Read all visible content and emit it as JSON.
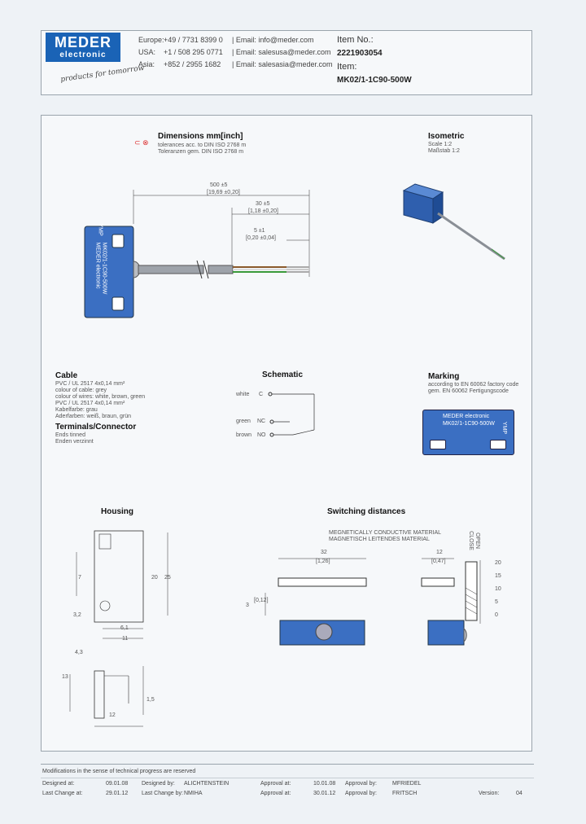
{
  "header": {
    "logo_line1": "MEDER",
    "logo_line2": "electronic",
    "slogan": "products for tomorrow",
    "contacts": [
      {
        "region": "Europe:",
        "phone": "+49 / 7731 8399 0",
        "email": "| Email: info@meder.com"
      },
      {
        "region": "USA:",
        "phone": "+1 / 508 295 0771",
        "email": "| Email: salesusa@meder.com"
      },
      {
        "region": "Asia:",
        "phone": "+852 / 2955 1682",
        "email": "| Email: salesasia@meder.com"
      }
    ],
    "item_no_label": "Item No.:",
    "item_no": "2221903054",
    "item_label": "Item:",
    "item": "MK02/1-1C90-500W"
  },
  "dimensions": {
    "title": "Dimensions mm[inch]",
    "note1": "tolerances acc. to DIN ISO 2768 m",
    "note2": "Toleranzen gem. DIN ISO 2768 m",
    "dim500": "500 ±5",
    "dim500_inch": "[19,69 ±0,20]",
    "dim30": "30 ±5",
    "dim30_inch": "[1,18 ±0,20]",
    "dim5": "5 ±1",
    "dim5_inch": "[0,20 ±0,04]",
    "sensor_lines": [
      "MEDER electronic",
      "MK02/1-1C90-500W",
      "YMP"
    ]
  },
  "isometric": {
    "title": "Isometric",
    "line1": "Scale 1:2",
    "line2": "Maßstab 1:2"
  },
  "cable": {
    "title": "Cable",
    "lines": [
      "PVC / UL 2517 4x0,14 mm²",
      "colour of cable: grey",
      "colour of wires: white, brown, green",
      "PVC / UL 2517 4x0,14 mm²",
      "Kabelfarbe: grau",
      "Aderfarben: weiß, braun, grün"
    ]
  },
  "terminals": {
    "title": "Terminals/Connector",
    "line1": "Ends tinned",
    "line2": "Enden verzinnt"
  },
  "schematic": {
    "title": "Schematic",
    "rows": [
      {
        "wire": "white",
        "code": "C"
      },
      {
        "wire": "green",
        "code": "NC"
      },
      {
        "wire": "brown",
        "code": "NO"
      }
    ]
  },
  "marking": {
    "title": "Marking",
    "line1": "according to EN 60062 factory code",
    "line2": "gem. EN 60062 Fertigungscode",
    "label1": "MEDER electronic",
    "label2": "MK02/1-1C90-500W",
    "label3": "YMP"
  },
  "housing": {
    "title": "Housing",
    "dims": [
      "7",
      "20",
      "25",
      "3,2",
      "6,1",
      "11",
      "4,3",
      "13",
      "12",
      "1,5"
    ]
  },
  "switching": {
    "title": "Switching distances",
    "note1": "MEGNETICALLY CONDUCTIVE MATERIAL",
    "note2": "MAGNETISCH LEITENDES MATERIAL",
    "dim32": "32",
    "dim32_inch": "[1,26]",
    "dim12": "12",
    "dim12_inch": "[0,47]",
    "dim3": "3",
    "dim3_inch": "[0,12]",
    "open_close": [
      "CLOSE",
      "OPEN"
    ],
    "scale_ticks": [
      "20",
      "15",
      "10",
      "5",
      "0"
    ]
  },
  "footer": {
    "notice": "Modifications in the sense of technical progress are reserved",
    "row1": {
      "l1": "Designed at:",
      "v1": "09.01.08",
      "l2": "Designed by:",
      "v2": "ALICHTENSTEIN",
      "l3": "Approval at:",
      "v3": "10.01.08",
      "l4": "Approval by:",
      "v4": "MFRIEDEL"
    },
    "row2": {
      "l1": "Last Change at:",
      "v1": "29.01.12",
      "l2": "Last Change by:",
      "v2": "NMIHA",
      "l3": "Approval at:",
      "v3": "30.01.12",
      "l4": "Approval by:",
      "v4": "FRITSCH",
      "l5": "Version:",
      "v5": "04"
    }
  }
}
